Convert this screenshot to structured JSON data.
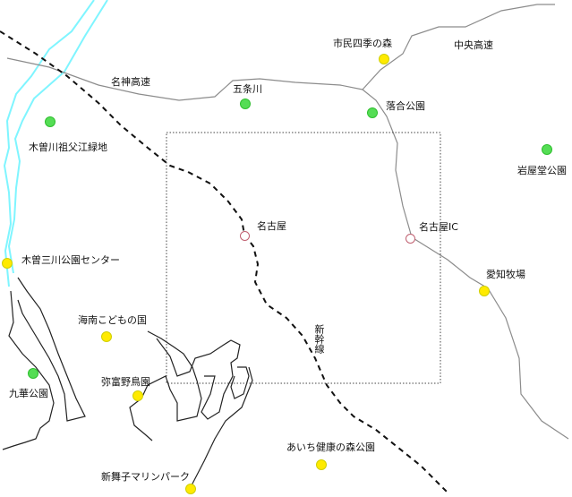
{
  "colors": {
    "park_dot": "#ffea00",
    "green_dot": "#55dd55",
    "station_ring": "#c06070",
    "river": "#7ff5ff",
    "road": "#8c8c8c",
    "shinkansen": "#111111",
    "coastline": "#222222"
  },
  "roads": {
    "meishin": "名神高速",
    "chuo": "中央高速"
  },
  "railway": {
    "shinkansen": "新幹線"
  },
  "stations": {
    "nagoya": "名古屋",
    "nagoya_ic": "名古屋IC"
  },
  "places": {
    "shimin_shiki": "市民四季の森",
    "gojogawa": "五条川",
    "ochiai": "落合公園",
    "sobue": "木曽川祖父江緑地",
    "iwayado": "岩屋堂公園",
    "kiso_sansen": "木曽三川公園センター",
    "aichi_bokujo": "愛知牧場",
    "kainan": "海南こどもの国",
    "kuka": "九華公園",
    "yatomi": "弥富野鳥園",
    "aichi_kenko": "あいち健康の森公園",
    "shin_maiko": "新舞子マリンパーク"
  }
}
